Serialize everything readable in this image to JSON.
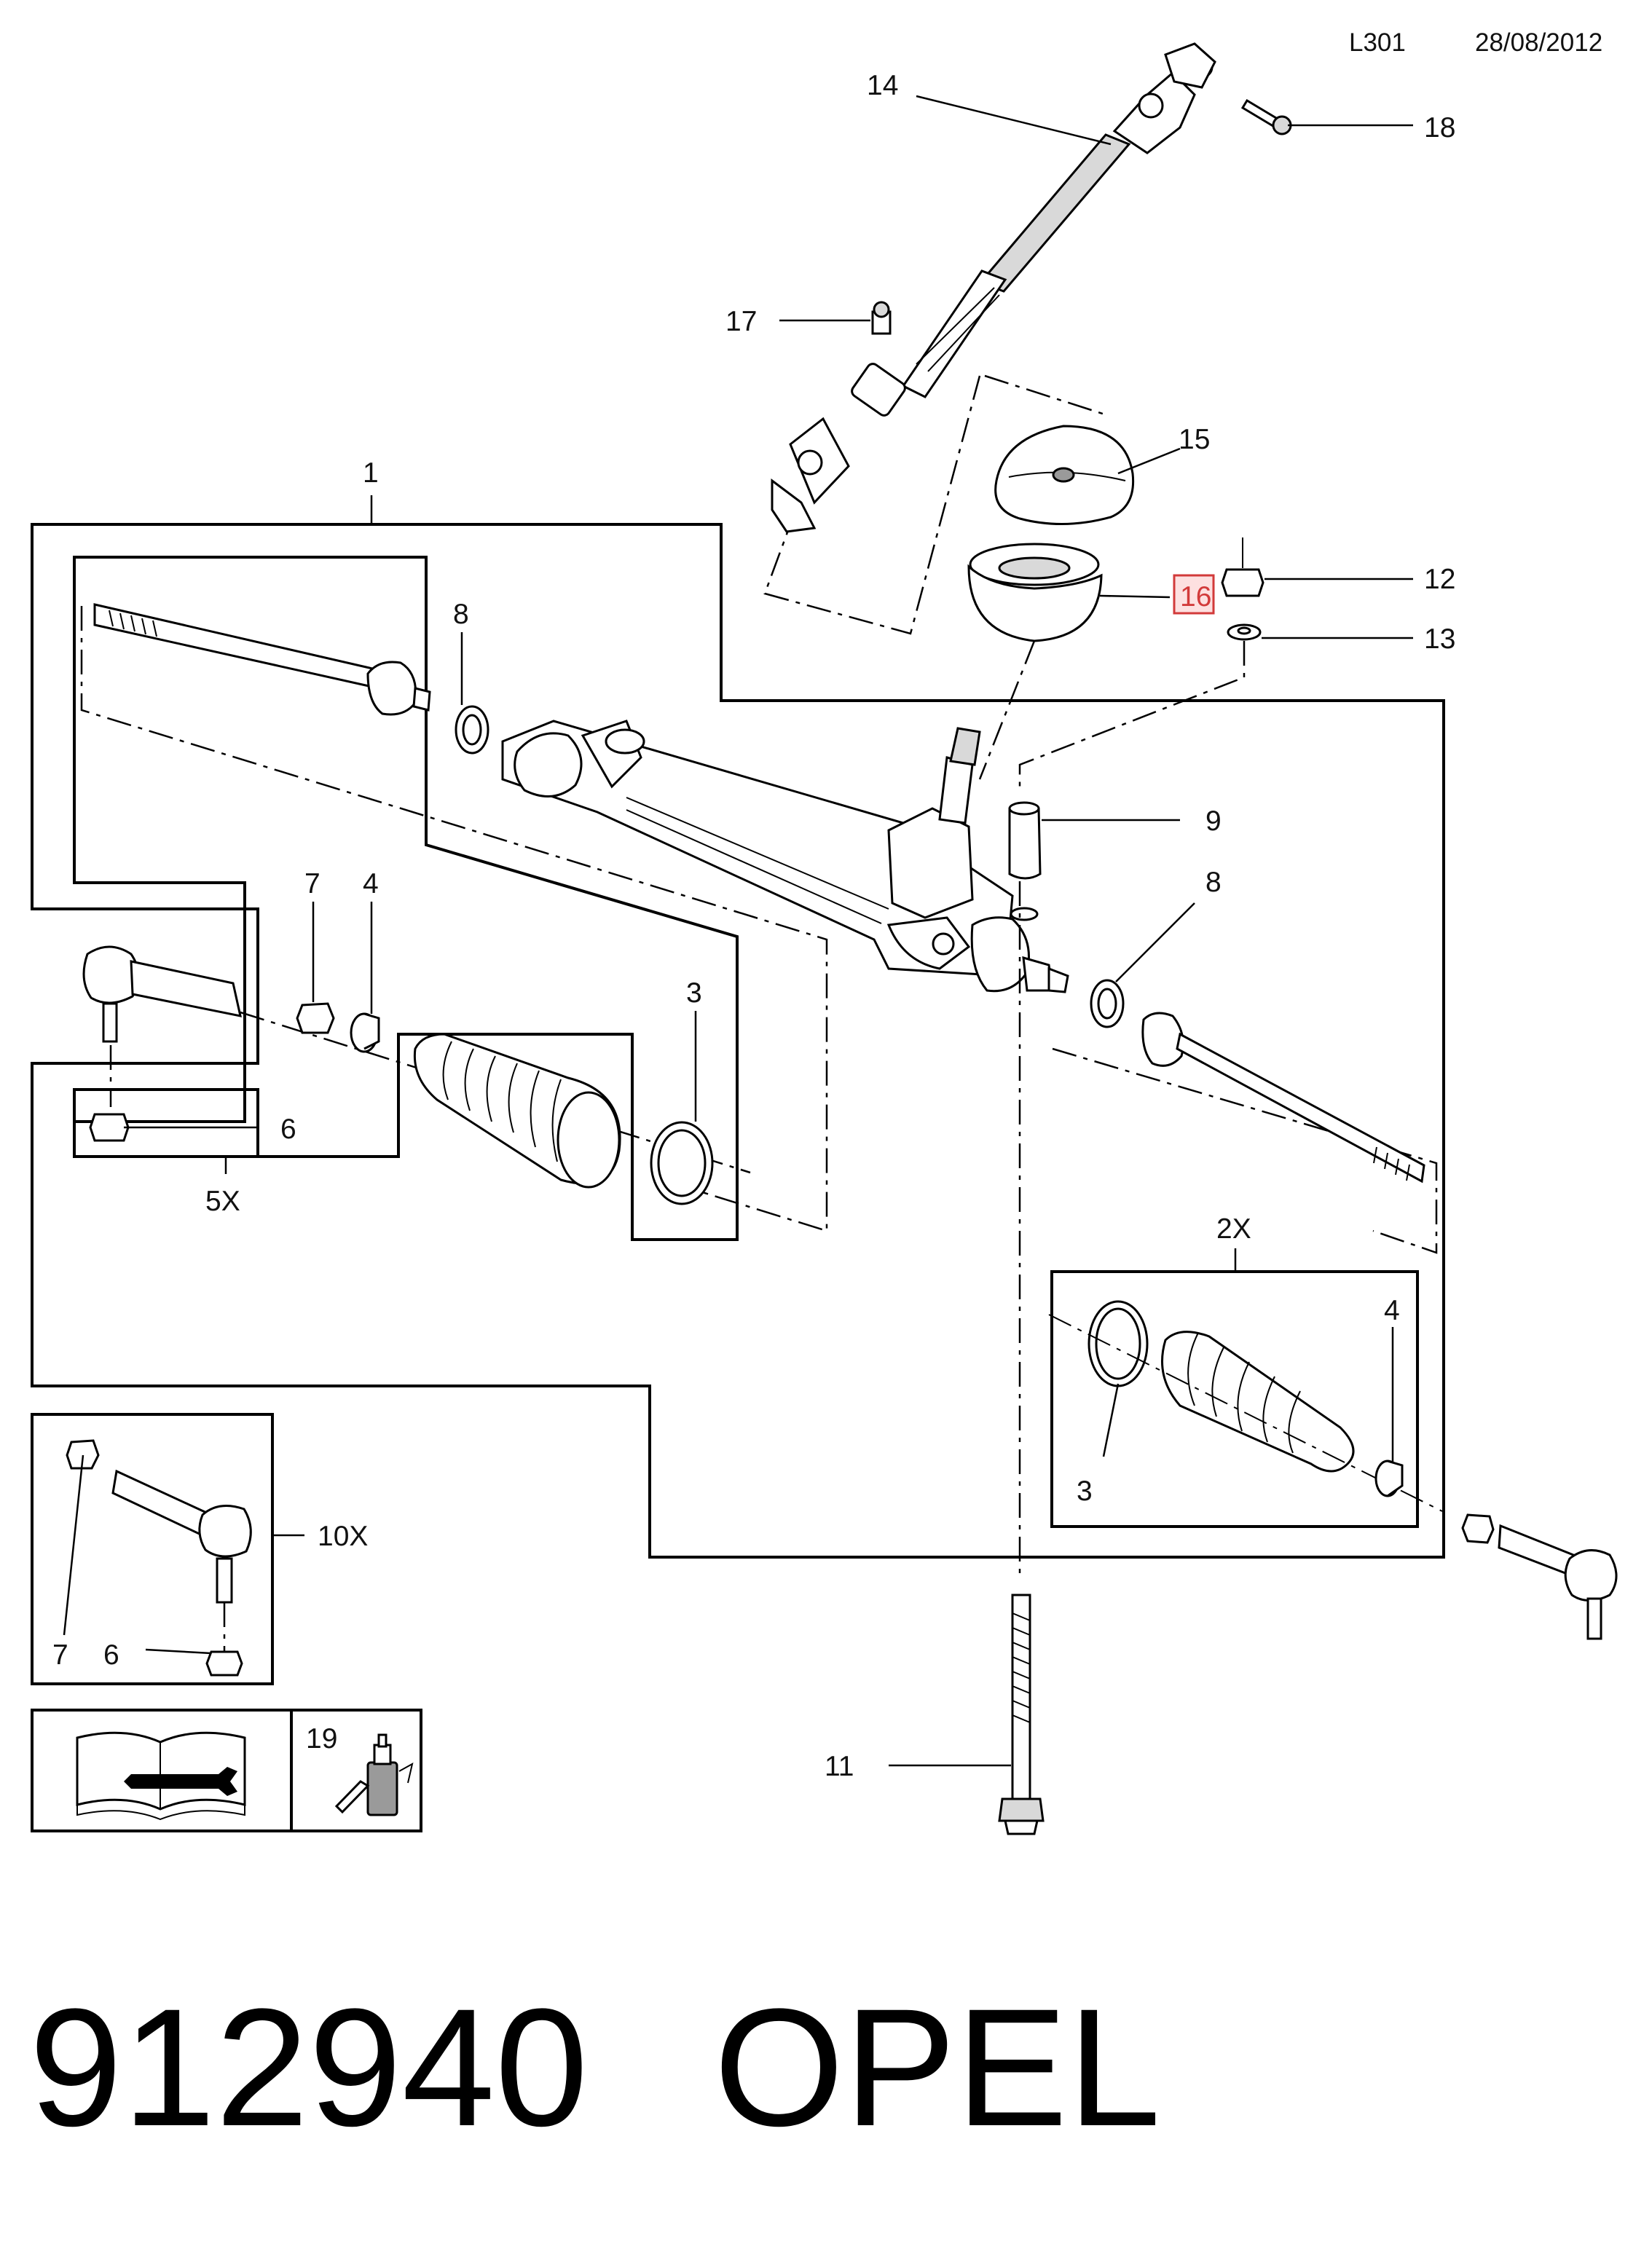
{
  "header": {
    "code": "L301",
    "date": "28/08/2012"
  },
  "footer": {
    "part_number": "912940",
    "brand": "OPEL"
  },
  "callouts": {
    "c1": "1",
    "c2x": "2X",
    "c3a": "3",
    "c3b": "3",
    "c4a": "4",
    "c4b": "4",
    "c5x": "5X",
    "c6a": "6",
    "c6b": "6",
    "c7a": "7",
    "c7b": "7",
    "c8a": "8",
    "c8b": "8",
    "c9": "9",
    "c10x": "10X",
    "c11": "11",
    "c12": "12",
    "c13": "13",
    "c14": "14",
    "c15": "15",
    "c16": "16",
    "c17": "17",
    "c18": "18",
    "c19": "19"
  },
  "highlight_color": "#d23a3a",
  "icons": [
    "service-manual-icon",
    "adhesive-bottle-icon"
  ]
}
